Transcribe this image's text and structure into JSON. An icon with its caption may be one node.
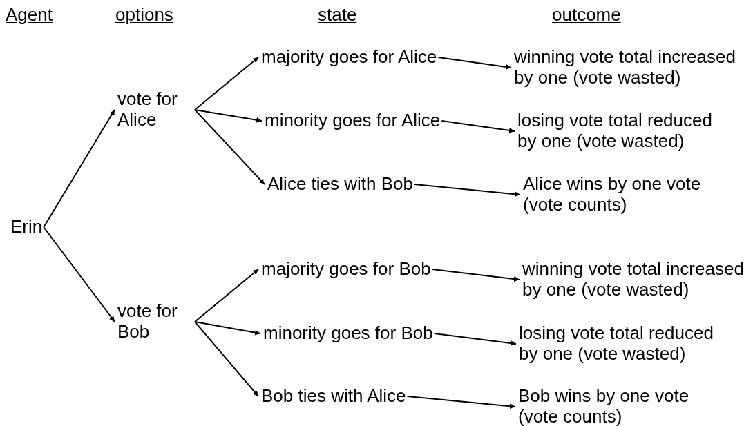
{
  "diagram": {
    "nodes": [
      {
        "text": [
          "Erin"
        ]
      },
      {
        "text": [
          "vote for Alice"
        ]
      },
      {
        "text": [
          "majority goes for Alice"
        ]
      },
      {
        "text": [
          "minority goes for Alice"
        ]
      },
      {
        "text": [
          "Alice ties with Bob"
        ]
      },
      {
        "text": [
          "winning vote total increased by one (vote wasted)"
        ]
      },
      {
        "text": [
          "losing vote total reduced by one (vote wasted)"
        ]
      },
      {
        "text": [
          "Alice wins by one vote (vote counts)"
        ]
      },
      {
        "text": [
          "vote for Bob"
        ]
      },
      {
        "text": [
          "majority goes for Bob"
        ]
      },
      {
        "text": [
          "minority goes for Bob"
        ]
      },
      {
        "text": [
          "Bob ties with Alice"
        ]
      },
      {
        "text": [
          "winning vote total increased by one (vote wasted)"
        ]
      },
      {
        "text": [
          "losing vote total reduced by one (vote wasted)"
        ]
      },
      {
        "text": [
          "Bob wins by one vote (vote counts)"
        ]
      }
    ],
    "edges": [
      {
        "from": 0,
        "to": 1,
        "arrow": "to"
      },
      {
        "from": 0,
        "to": 8,
        "arrow": "to"
      },
      {
        "from": 1,
        "to": 2,
        "arrow": "to"
      },
      {
        "from": 1,
        "to": 3,
        "arrow": "to"
      },
      {
        "from": 1,
        "to": 4,
        "arrow": "to"
      },
      {
        "from": 2,
        "to": 5,
        "arrow": "to"
      },
      {
        "from": 3,
        "to": 6,
        "arrow": "to"
      },
      {
        "from": 4,
        "to": 7,
        "arrow": "to"
      },
      {
        "from": 8,
        "to": 9,
        "arrow": "to"
      },
      {
        "from": 8,
        "to": 10,
        "arrow": "to"
      },
      {
        "from": 8,
        "to": 11,
        "arrow": "to"
      },
      {
        "from": 9,
        "to": 12,
        "arrow": "to"
      },
      {
        "from": 10,
        "to": 13,
        "arrow": "to"
      },
      {
        "from": 11,
        "to": 14,
        "arrow": "to"
      }
    ],
    "labels": [
      "Agent",
      "options",
      "state",
      "outcome"
    ]
  }
}
